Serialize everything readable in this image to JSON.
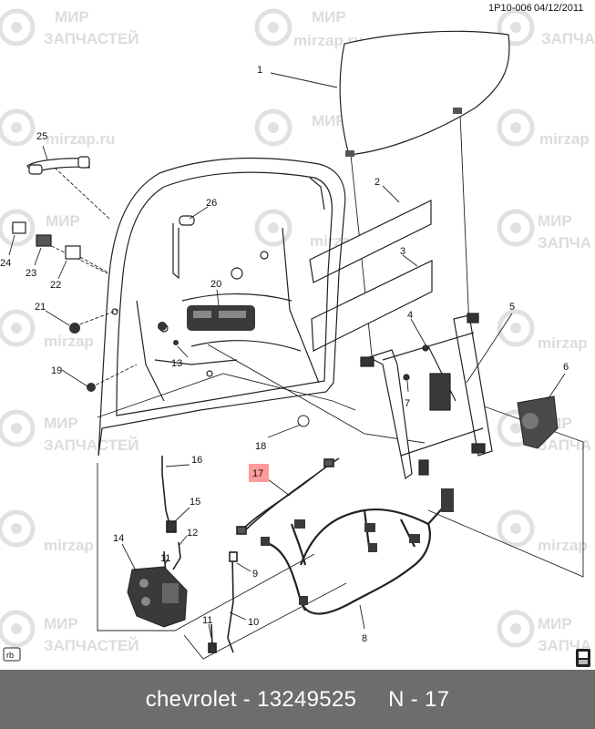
{
  "header": {
    "code": "1P10-006",
    "date": "04/12/2011"
  },
  "watermark": {
    "line1": "МИР",
    "line2": "ЗАПЧАСТЕЙ",
    "line2_short": "ЗАПЧА",
    "url": "mirzap.ru",
    "url_short": "mirzap"
  },
  "corner_label": "rb",
  "highlight_color": "#ff9a9a",
  "callouts": {
    "c1": "1",
    "c2": "2",
    "c3": "3",
    "c4": "4",
    "c5": "5",
    "c6": "6",
    "c7": "7",
    "c8": "8",
    "c9": "9",
    "c10": "10",
    "c11a": "11",
    "c11b": "11",
    "c12": "12",
    "c13": "13",
    "c14": "14",
    "c15": "15",
    "c16": "16",
    "c17": "17",
    "c18": "18",
    "c19": "19",
    "c20": "20",
    "c21": "21",
    "c22": "22",
    "c23": "23",
    "c24": "24",
    "c25": "25",
    "c26": "26"
  },
  "footer": {
    "brand": "chevrolet",
    "sep": " - ",
    "part_number": "13249525",
    "position_label": "N - 17"
  }
}
